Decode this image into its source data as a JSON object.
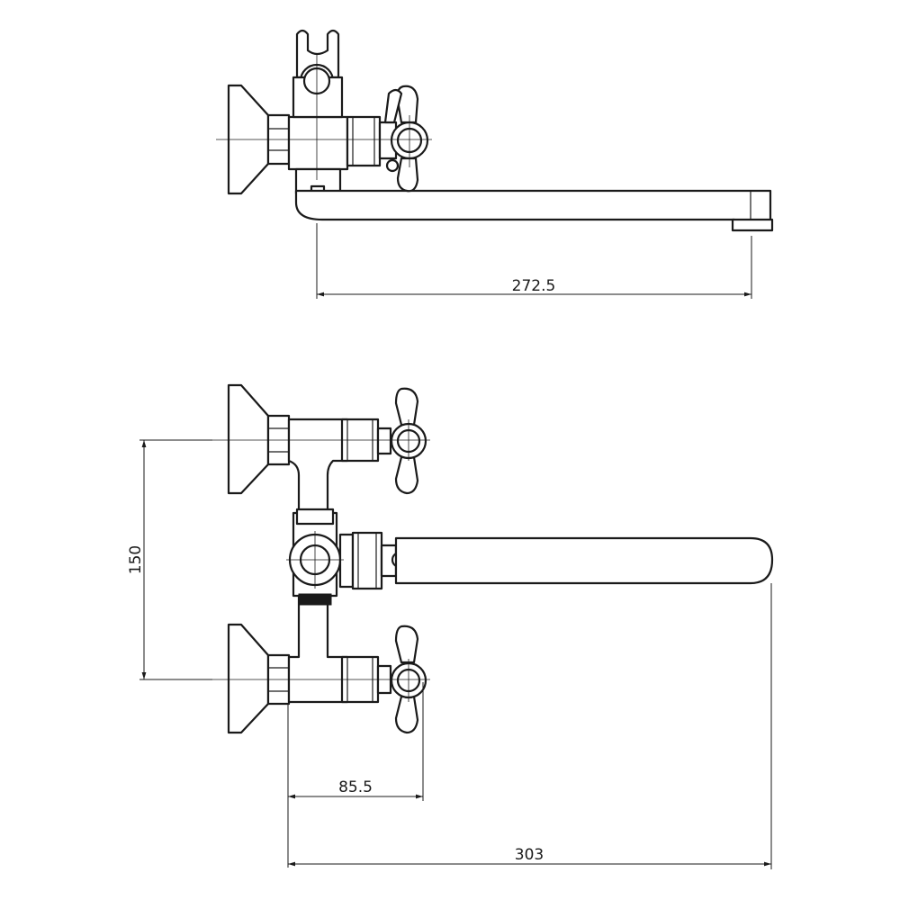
{
  "dimensions": {
    "side_view_spout_length": "272.5",
    "front_view_inlet_spacing": "150",
    "front_view_handle_offset": "85.5",
    "front_view_spout_reach": "303"
  }
}
